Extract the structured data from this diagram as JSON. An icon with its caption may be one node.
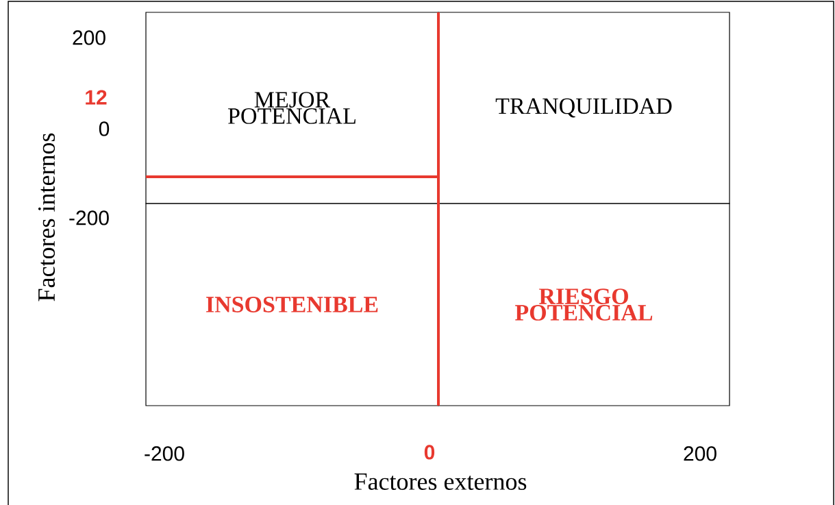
{
  "diagram": {
    "nodes": [
      {
        "text": [
          "MEJOR POTENCIAL"
        ]
      },
      {
        "text": [
          "TRANQUILIDAD"
        ]
      },
      {
        "text": [
          "INSOSTENIBLE"
        ]
      },
      {
        "text": [
          "RIESGO POTENCIAL"
        ]
      }
    ],
    "labels": [
      "200",
      "12",
      "0",
      "-200",
      "Factores internos",
      "-200",
      "0",
      "200",
      "Factores externos"
    ]
  }
}
